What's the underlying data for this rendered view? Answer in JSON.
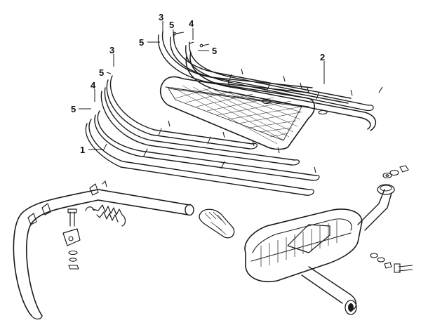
{
  "callouts": {
    "c1": "1",
    "c2": "2",
    "c3a": "3",
    "c3b": "3",
    "c4a": "4",
    "c4b": "4",
    "c5a": "5",
    "c5b": "5",
    "c5c": "5",
    "c5d": "5",
    "c5e": "5"
  },
  "colors": {
    "ink": "#1a1a1a",
    "background": "#ffffff"
  }
}
